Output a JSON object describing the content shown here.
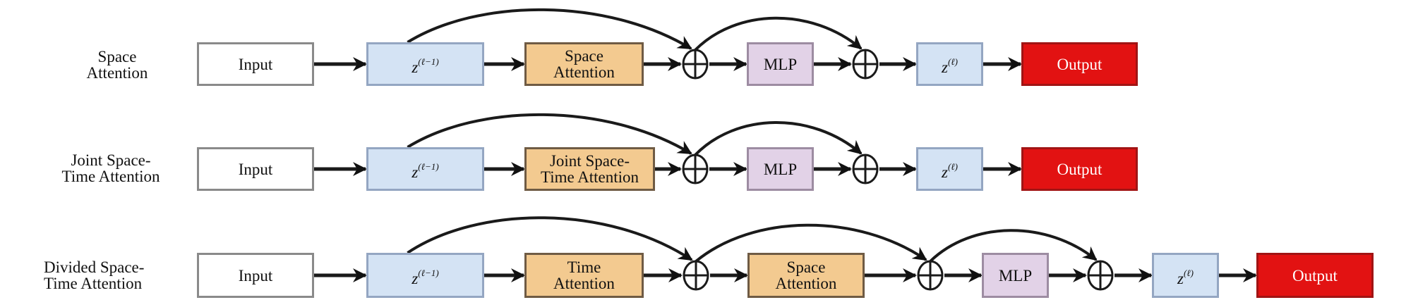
{
  "diagram": {
    "title": "Attention block variants",
    "colors": {
      "input": "#ffffff",
      "z": "#d4e3f4",
      "attention": "#f3ca90",
      "mlp": "#e2d2e7",
      "output": "#e21212",
      "arrow": "#111111"
    },
    "rows": [
      {
        "label_lines": [
          "Space",
          "Attention"
        ],
        "nodes": [
          {
            "id": "input",
            "type": "input",
            "lines": [
              "Input"
            ]
          },
          {
            "id": "z_prev",
            "type": "z",
            "base": "z",
            "sup": "(ℓ−1)"
          },
          {
            "id": "space_attn",
            "type": "attn",
            "lines": [
              "Space",
              "Attention"
            ]
          },
          {
            "id": "add1",
            "type": "add"
          },
          {
            "id": "mlp",
            "type": "mlp",
            "lines": [
              "MLP"
            ]
          },
          {
            "id": "add2",
            "type": "add"
          },
          {
            "id": "z_next",
            "type": "z",
            "base": "z",
            "sup": "(ℓ)"
          },
          {
            "id": "output",
            "type": "out",
            "lines": [
              "Output"
            ]
          }
        ],
        "skips": [
          [
            "z_prev",
            "add1"
          ],
          [
            "add1",
            "add2"
          ]
        ]
      },
      {
        "label_lines": [
          "Joint Space-",
          "Time Attention"
        ],
        "nodes": [
          {
            "id": "input",
            "type": "input",
            "lines": [
              "Input"
            ]
          },
          {
            "id": "z_prev",
            "type": "z",
            "base": "z",
            "sup": "(ℓ−1)"
          },
          {
            "id": "joint_attn",
            "type": "attn",
            "lines": [
              "Joint Space-",
              "Time Attention"
            ]
          },
          {
            "id": "add1",
            "type": "add"
          },
          {
            "id": "mlp",
            "type": "mlp",
            "lines": [
              "MLP"
            ]
          },
          {
            "id": "add2",
            "type": "add"
          },
          {
            "id": "z_next",
            "type": "z",
            "base": "z",
            "sup": "(ℓ)"
          },
          {
            "id": "output",
            "type": "out",
            "lines": [
              "Output"
            ]
          }
        ],
        "skips": [
          [
            "z_prev",
            "add1"
          ],
          [
            "add1",
            "add2"
          ]
        ]
      },
      {
        "label_lines": [
          "Divided Space-",
          "Time Attention"
        ],
        "nodes": [
          {
            "id": "input",
            "type": "input",
            "lines": [
              "Input"
            ]
          },
          {
            "id": "z_prev",
            "type": "z",
            "base": "z",
            "sup": "(ℓ−1)"
          },
          {
            "id": "time_attn",
            "type": "attn",
            "lines": [
              "Time",
              "Attention"
            ]
          },
          {
            "id": "add1",
            "type": "add"
          },
          {
            "id": "space_attn",
            "type": "attn",
            "lines": [
              "Space",
              "Attention"
            ]
          },
          {
            "id": "add2",
            "type": "add"
          },
          {
            "id": "mlp",
            "type": "mlp",
            "lines": [
              "MLP"
            ]
          },
          {
            "id": "add3",
            "type": "add"
          },
          {
            "id": "z_next",
            "type": "z",
            "base": "z",
            "sup": "(ℓ)"
          },
          {
            "id": "output",
            "type": "out",
            "lines": [
              "Output"
            ]
          }
        ],
        "skips": [
          [
            "z_prev",
            "add1"
          ],
          [
            "add1",
            "add2"
          ],
          [
            "add2",
            "add3"
          ]
        ]
      }
    ]
  }
}
